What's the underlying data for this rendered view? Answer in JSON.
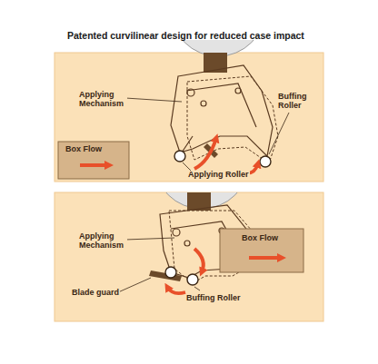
{
  "diagram": {
    "title": "Patented curvilinear design for reduced case impact",
    "labels": [
      "Applying Mechanism",
      "Buffing Roller",
      "Box Flow",
      "Applying Roller",
      "Applying Mechanism",
      "Box Flow",
      "Blade guard",
      "Buffing Roller"
    ]
  }
}
